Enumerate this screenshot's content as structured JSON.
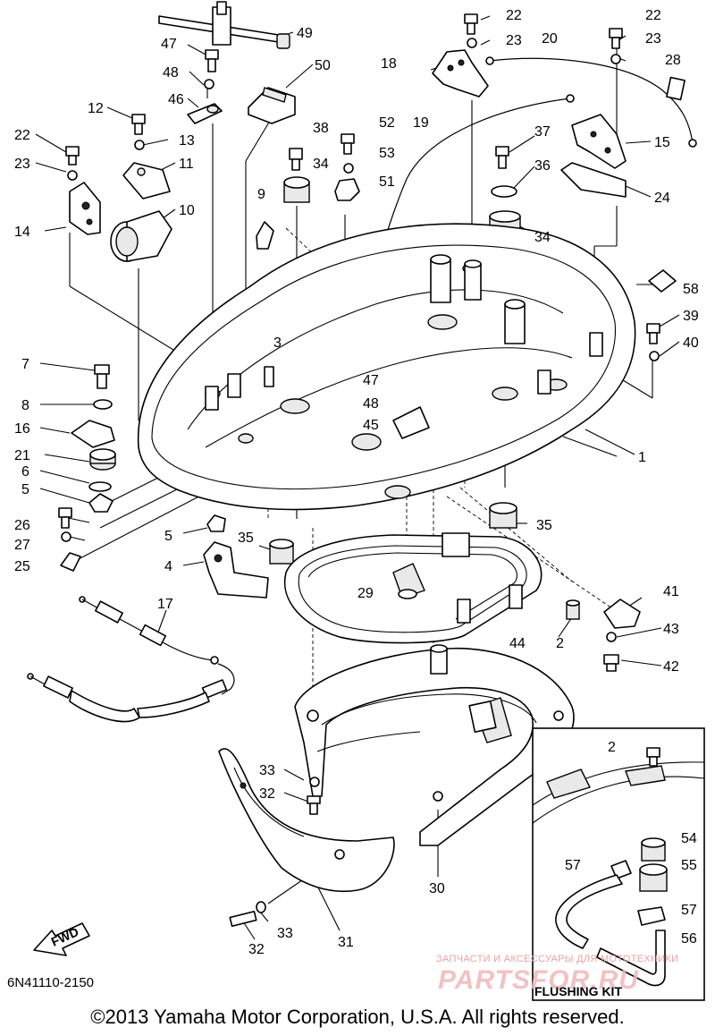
{
  "diagram": {
    "callouts": [
      {
        "id": "c49",
        "text": "49"
      },
      {
        "id": "c47a",
        "text": "47"
      },
      {
        "id": "c48a",
        "text": "48"
      },
      {
        "id": "c46",
        "text": "46"
      },
      {
        "id": "c50",
        "text": "50"
      },
      {
        "id": "c12",
        "text": "12"
      },
      {
        "id": "c13",
        "text": "13"
      },
      {
        "id": "c22a",
        "text": "22"
      },
      {
        "id": "c23a",
        "text": "23"
      },
      {
        "id": "c11",
        "text": "11"
      },
      {
        "id": "c14",
        "text": "14"
      },
      {
        "id": "c10",
        "text": "10"
      },
      {
        "id": "c38",
        "text": "38"
      },
      {
        "id": "c34a",
        "text": "34"
      },
      {
        "id": "c52",
        "text": "52"
      },
      {
        "id": "c53",
        "text": "53"
      },
      {
        "id": "c51",
        "text": "51"
      },
      {
        "id": "c9",
        "text": "9"
      },
      {
        "id": "c18",
        "text": "18"
      },
      {
        "id": "c22b",
        "text": "22"
      },
      {
        "id": "c23b",
        "text": "23"
      },
      {
        "id": "c19",
        "text": "19"
      },
      {
        "id": "c20",
        "text": "20"
      },
      {
        "id": "c22c",
        "text": "22"
      },
      {
        "id": "c23c",
        "text": "23"
      },
      {
        "id": "c28",
        "text": "28"
      },
      {
        "id": "c37",
        "text": "37"
      },
      {
        "id": "c36",
        "text": "36"
      },
      {
        "id": "c15",
        "text": "15"
      },
      {
        "id": "c24",
        "text": "24"
      },
      {
        "id": "c34b",
        "text": "34"
      },
      {
        "id": "c58",
        "text": "58"
      },
      {
        "id": "c39",
        "text": "39"
      },
      {
        "id": "c40",
        "text": "40"
      },
      {
        "id": "c7",
        "text": "7"
      },
      {
        "id": "c8",
        "text": "8"
      },
      {
        "id": "c16",
        "text": "16"
      },
      {
        "id": "c21",
        "text": "21"
      },
      {
        "id": "c6",
        "text": "6"
      },
      {
        "id": "c5a",
        "text": "5"
      },
      {
        "id": "c3",
        "text": "3"
      },
      {
        "id": "c47b",
        "text": "47"
      },
      {
        "id": "c48b",
        "text": "48"
      },
      {
        "id": "c45",
        "text": "45"
      },
      {
        "id": "c1",
        "text": "1"
      },
      {
        "id": "c26",
        "text": "26"
      },
      {
        "id": "c27",
        "text": "27"
      },
      {
        "id": "c25",
        "text": "25"
      },
      {
        "id": "c5b",
        "text": "5"
      },
      {
        "id": "c35a",
        "text": "35"
      },
      {
        "id": "c35b",
        "text": "35"
      },
      {
        "id": "c4",
        "text": "4"
      },
      {
        "id": "c29",
        "text": "29"
      },
      {
        "id": "c44",
        "text": "44"
      },
      {
        "id": "c41",
        "text": "41"
      },
      {
        "id": "c2a",
        "text": "2"
      },
      {
        "id": "c43",
        "text": "43"
      },
      {
        "id": "c42",
        "text": "42"
      },
      {
        "id": "c17",
        "text": "17"
      },
      {
        "id": "c33a",
        "text": "33"
      },
      {
        "id": "c32a",
        "text": "32"
      },
      {
        "id": "c30",
        "text": "30"
      },
      {
        "id": "c31",
        "text": "31"
      },
      {
        "id": "c32b",
        "text": "32"
      },
      {
        "id": "c33b",
        "text": "33"
      },
      {
        "id": "c2b",
        "text": "2"
      },
      {
        "id": "c54",
        "text": "54"
      },
      {
        "id": "c55",
        "text": "55"
      },
      {
        "id": "c57a",
        "text": "57"
      },
      {
        "id": "c57b",
        "text": "57"
      },
      {
        "id": "c56",
        "text": "56"
      }
    ],
    "fwd_label": "FWD",
    "diagram_code": "6N41110-2150",
    "flushing_kit_title": "FLUSHING KIT"
  },
  "watermark": {
    "tagline": "ЗАПЧАСТИ И АКСЕССУАРЫ ДЛЯ МОТОТЕХНИКИ",
    "logo": "PARTSFOR.RU",
    "color": "#e8a3a3"
  },
  "footer": {
    "copyright": "©2013 Yamaha Motor Corporation, U.S.A. All rights reserved."
  }
}
